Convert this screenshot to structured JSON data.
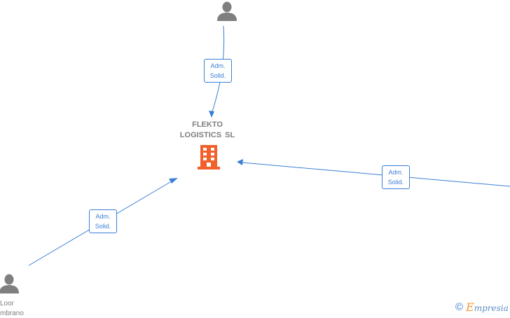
{
  "company": {
    "name_line1": "FLEKTO",
    "name_line2": "LOGISTICS  SL",
    "icon": "building-icon",
    "icon_color": "#f2612c"
  },
  "relations": [
    {
      "id": "top",
      "role_line1": "Adm.",
      "role_line2": "Solid."
    },
    {
      "id": "bottom-left",
      "role_line1": "Adm.",
      "role_line2": "Solid."
    },
    {
      "id": "right",
      "role_line1": "Adm.",
      "role_line2": "Solid."
    }
  ],
  "people": [
    {
      "id": "top",
      "icon": "person-icon"
    },
    {
      "id": "bottom-left",
      "icon": "person-icon",
      "name_line1": "Loor",
      "name_line2": "mbrano"
    }
  ],
  "colors": {
    "edge": "#3a7fd5",
    "person": "#7f7f7f",
    "text": "#7f7f7f"
  },
  "watermark": {
    "symbol": "©",
    "brand_initial": "E",
    "brand_rest": "mpresia"
  }
}
